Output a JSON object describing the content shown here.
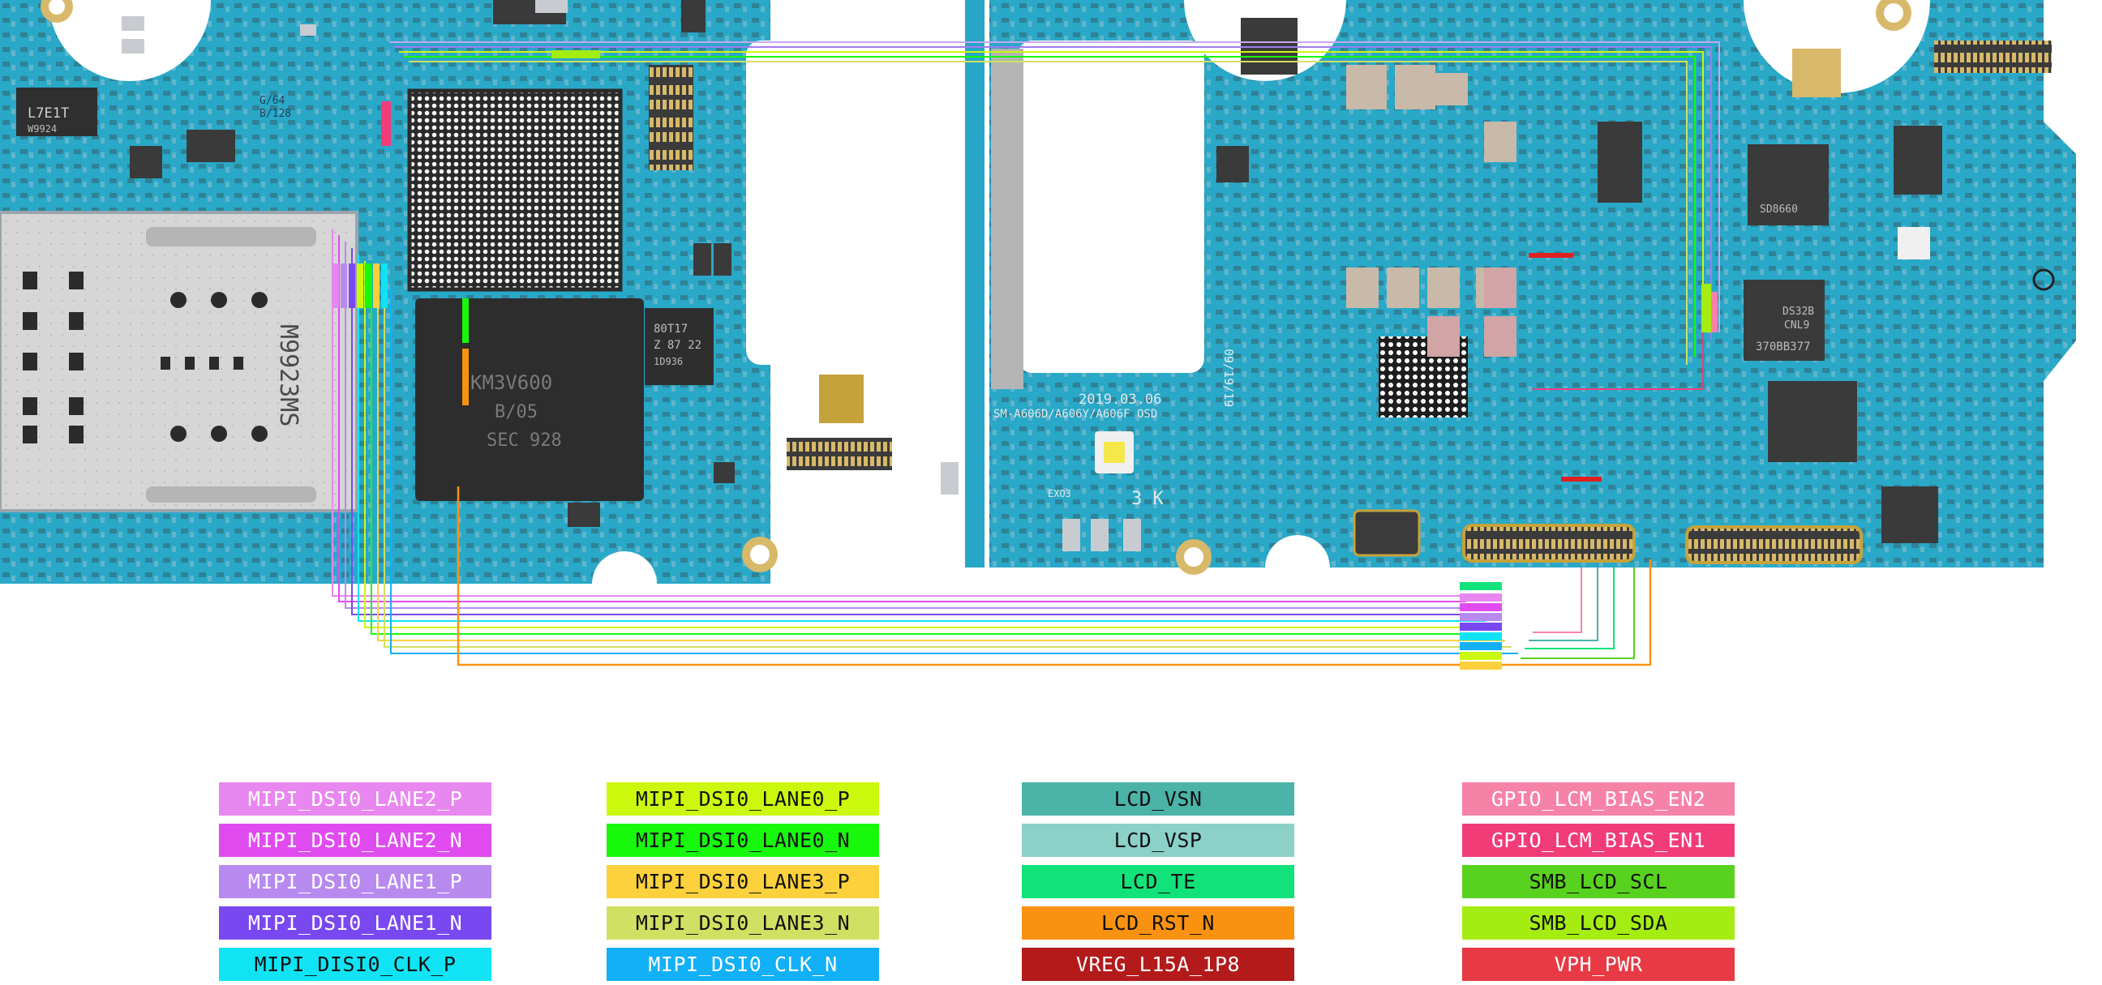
{
  "board_text": {
    "sim_marking": "M9923MS",
    "left_ic": "L7E1T",
    "left_ic_sub": "W9924",
    "small_mark_1": "G/64",
    "small_mark_2": "B/128",
    "mem_chip_1": "KM3V600",
    "mem_chip_2": "B/05",
    "mem_chip_3": "SEC 928",
    "chip_a1": "80T17",
    "chip_a2": "Z 87 22",
    "chip_a3": "1D936",
    "date_mark": "2019.03.06",
    "model_mark": "SM-A606D/A606Y/A606F OSD",
    "rev_mark": "09/19/19",
    "k_mark": "3 K",
    "small_code": "EXO3",
    "right_chip_1": "370BB377",
    "right_chip_2": "DS32B",
    "right_chip_3": "CNL9",
    "right_chip_4": "SD8660"
  },
  "legend": [
    {
      "id": "mipi-dsi0-lane2-p",
      "text": "MIPI_DSI0_LANE2_P",
      "bg": "#e887ef",
      "fg": "#ffffff"
    },
    {
      "id": "mipi-dsi0-lane2-n",
      "text": "MIPI_DSI0_LANE2_N",
      "bg": "#e04bf0",
      "fg": "#ffffff"
    },
    {
      "id": "mipi-dsi0-lane1-p",
      "text": "MIPI_DSI0_LANE1_P",
      "bg": "#b88af0",
      "fg": "#ffffff"
    },
    {
      "id": "mipi-dsi0-lane1-n",
      "text": "MIPI_DSI0_LANE1_N",
      "bg": "#7a48f0",
      "fg": "#ffffff"
    },
    {
      "id": "mipi-disi0-clk-p",
      "text": "MIPI_DISI0_CLK_P",
      "bg": "#10e4f4",
      "fg": "#111111"
    },
    {
      "id": "mipi-dsi0-lane0-p",
      "text": "MIPI_DSI0_LANE0_P",
      "bg": "#ccf80e",
      "fg": "#111111"
    },
    {
      "id": "mipi-dsi0-lane0-n",
      "text": "MIPI_DSI0_LANE0_N",
      "bg": "#17f80c",
      "fg": "#111111"
    },
    {
      "id": "mipi-dsi0-lane3-p",
      "text": "MIPI_DSI0_LANE3_P",
      "bg": "#fcd13c",
      "fg": "#111111"
    },
    {
      "id": "mipi-dsi0-lane3-n",
      "text": "MIPI_DSI0_LANE3_N",
      "bg": "#d0e062",
      "fg": "#111111"
    },
    {
      "id": "mipi-dsi0-clk-n",
      "text": "MIPI_DSI0_CLK_N",
      "bg": "#12b0f6",
      "fg": "#ffffff"
    },
    {
      "id": "lcd-vsn",
      "text": "LCD_VSN",
      "bg": "#4bb3a7",
      "fg": "#111111"
    },
    {
      "id": "lcd-vsp",
      "text": "LCD_VSP",
      "bg": "#8bd1c8",
      "fg": "#111111"
    },
    {
      "id": "lcd-te",
      "text": "LCD_TE",
      "bg": "#12e27a",
      "fg": "#111111"
    },
    {
      "id": "lcd-rst-n",
      "text": "LCD_RST_N",
      "bg": "#fa9211",
      "fg": "#111111"
    },
    {
      "id": "vreg-l15a-1p8",
      "text": "VREG_L15A_1P8",
      "bg": "#b31a1a",
      "fg": "#ffffff"
    },
    {
      "id": "gpio-lcm-bias-en2",
      "text": "GPIO_LCM_BIAS_EN2",
      "bg": "#f782a8",
      "fg": "#ffffff"
    },
    {
      "id": "gpio-lcm-bias-en1",
      "text": "GPIO_LCM_BIAS_EN1",
      "bg": "#f23c78",
      "fg": "#ffffff"
    },
    {
      "id": "smb-lcd-scl",
      "text": "SMB_LCD_SCL",
      "bg": "#58d21e",
      "fg": "#111111"
    },
    {
      "id": "smb-lcd-sda",
      "text": "SMB_LCD_SDA",
      "bg": "#a4ec12",
      "fg": "#111111"
    },
    {
      "id": "vph-pwr",
      "text": "VPH_PWR",
      "bg": "#e73a44",
      "fg": "#ffffff"
    }
  ]
}
